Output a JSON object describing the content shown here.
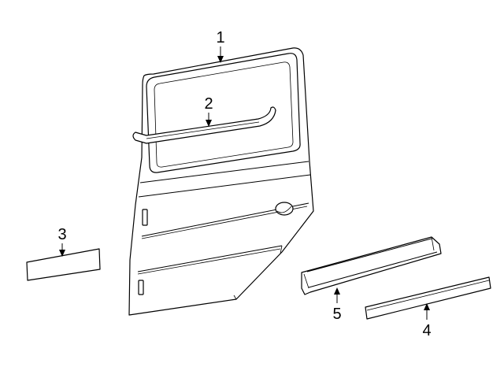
{
  "diagram": {
    "parts": [
      {
        "id": "door-shell",
        "label": "1"
      },
      {
        "id": "window-channel",
        "label": "2"
      },
      {
        "id": "side-molding",
        "label": "3"
      },
      {
        "id": "lower-molding",
        "label": "4"
      },
      {
        "id": "rocker-molding",
        "label": "5"
      }
    ]
  }
}
